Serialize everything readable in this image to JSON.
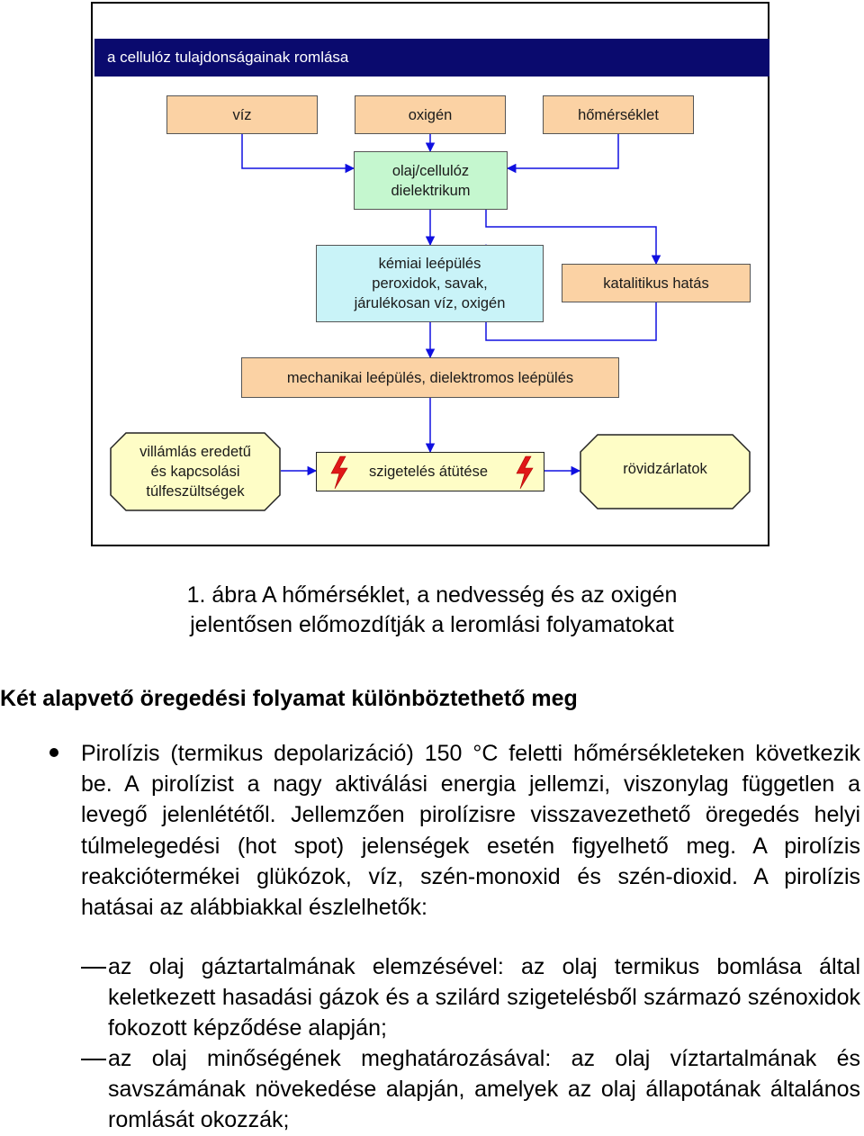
{
  "diagram": {
    "header": "a cellulóz tulajdonságainak romlása",
    "nodes": {
      "viz": "víz",
      "oxigen": "oxigén",
      "homerseklet": "hőmérséklet",
      "dielektrikum": "olaj/cellulóz\ndielektrikum",
      "kemiai": "kémiai leépülés\nperoxidok, savak,\njárulékosan víz, oxigén",
      "katalitikus": "katalitikus hatás",
      "mechanikai": "mechanikai leépülés, dielektromos leépülés",
      "villamlas": "villámlás eredetű\nés kapcsolási\ntúlfeszültségek",
      "szigeteles": "szigetelés átütése",
      "rovidzarlatok": "rövidzárlatok"
    },
    "colors": {
      "header_bg": "#0a0a6e",
      "peach": "#fbd2a4",
      "green": "#c5f7cf",
      "cyan": "#c9f3f8",
      "cream": "#fefdc6",
      "arrow": "#1010e0",
      "lightning": "#e01818"
    }
  },
  "caption": {
    "line1": "1. ábra A hőmérséklet, a nedvesség és az oxigén",
    "line2": "jelentősen előmozdítják a leromlási folyamatokat"
  },
  "heading": "Két alapvető öregedési folyamat különböztethető meg",
  "bullet_paragraph": "Pirolízis (termikus depolarizáció) 150 °C feletti hőmérsékleteken következik be. A pirolízist a nagy aktiválási energia jellemzi, viszonylag független a levegő jelenlététől. Jellemzően pirolízisre visszavezethető öregedés helyi túlmelegedési (hot spot) jelenségek esetén figyelhető meg. A pirolízis reakciótermékei glükózok, víz, szén-monoxid és szén-dioxid. A pirolízis hatásai az alábbiakkal észlelhetők:",
  "dash_items": [
    "az olaj gáztartalmának elemzésével: az olaj termikus bomlása által keletkezett hasadási gázok és a szilárd szigetelésből származó szénoxidok fokozott képződése alapján;",
    "az olaj minőségének meghatározásával: az olaj víztartalmának és savszámának növekedése alapján, amelyek az olaj állapotának általános romlását okozzák;"
  ]
}
